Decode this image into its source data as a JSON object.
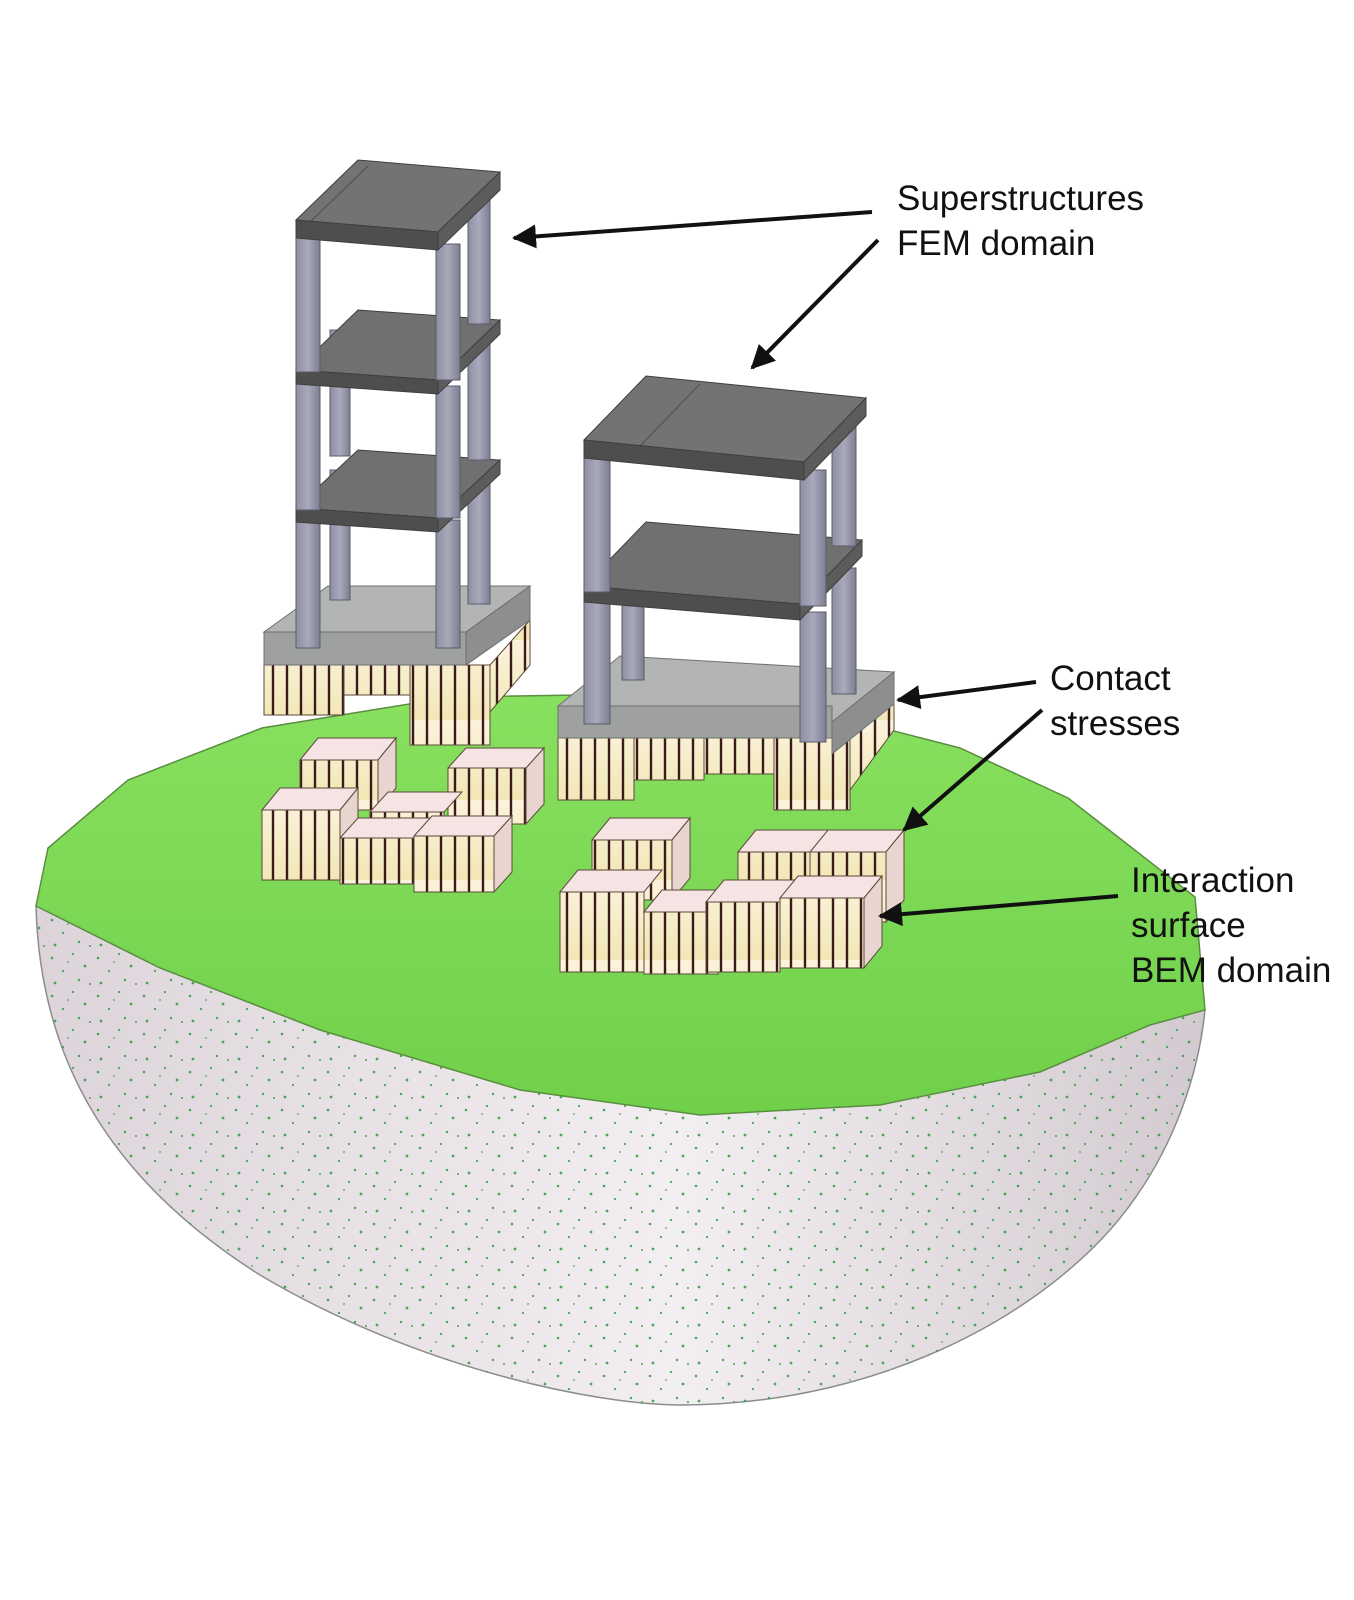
{
  "labels": {
    "superstructures": {
      "line1": "Superstructures",
      "line2": "FEM domain"
    },
    "contact": {
      "line1": "Contact",
      "line2": "stresses"
    },
    "interaction": {
      "line1": "Interaction",
      "line2": "surface",
      "line3": "BEM domain"
    }
  },
  "colors": {
    "ground_top": "#7ed957",
    "soil_body": "#ece6ea",
    "soil_speckle": "#2e9b3a",
    "slab": "#6b6b6b",
    "column": "#9a9aae",
    "foundation": "#a9acab",
    "stress_block": "#f7efc9",
    "stress_top": "#f6e3e3",
    "arrow": "#111111"
  }
}
